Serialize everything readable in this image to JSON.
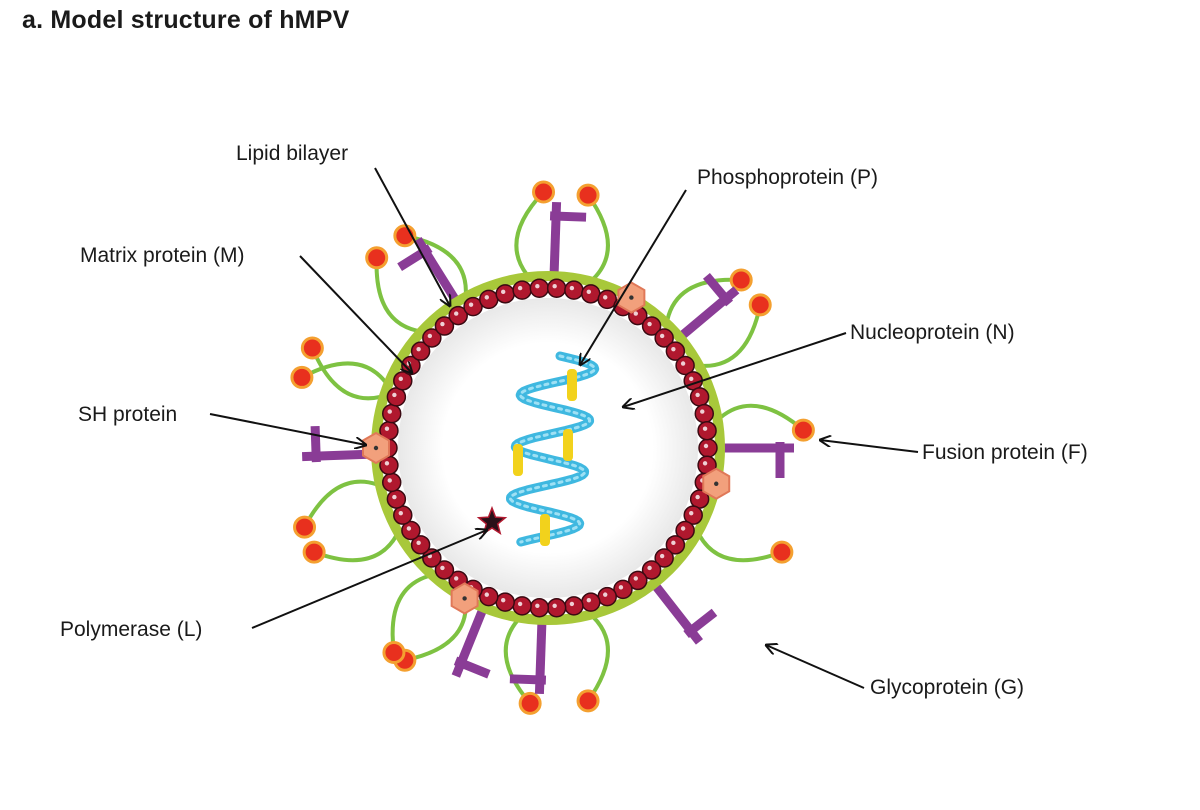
{
  "title": "a. Model structure of hMPV",
  "labels": {
    "lipid_bilayer": "Lipid bilayer",
    "matrix_protein": "Matrix protein (M)",
    "sh_protein": "SH protein",
    "polymerase": "Polymerase (L)",
    "phosphoprotein": "Phosphoprotein (P)",
    "nucleoprotein": "Nucleoprotein (N)",
    "fusion_protein": "Fusion protein (F)",
    "glycoprotein": "Glycoprotein (G)"
  },
  "colors": {
    "lipid_bilayer": "#a8c83a",
    "matrix_bead": "#b0182e",
    "glycoprotein_stalk": "#7ec242",
    "glycoprotein_head": "#e8301e",
    "fusion_protein": "#8a3c96",
    "sh_protein": "#f2a07c",
    "nucleoprotein": "#3fb8e0",
    "phosphoprotein": "#f2d21c",
    "polymerase": "#2a1018"
  }
}
